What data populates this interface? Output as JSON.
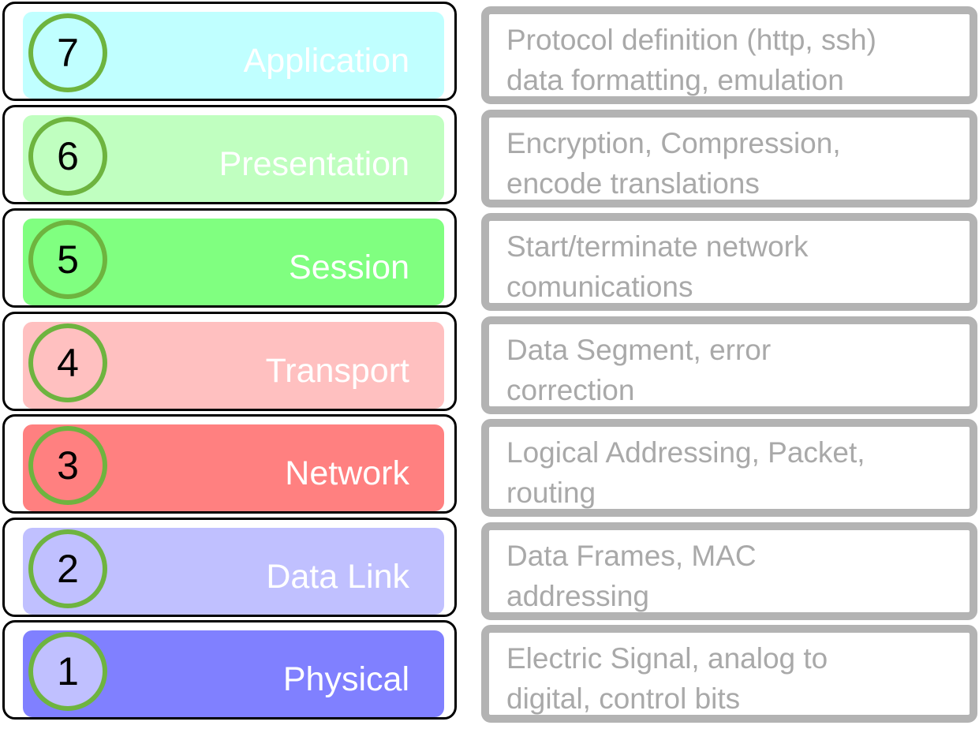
{
  "layers": [
    {
      "number": "7",
      "name": "Application",
      "description": "Protocol definition (http, ssh)\ndata formatting, emulation",
      "color": "#c0ffff",
      "circle_fill": "#c0ffff"
    },
    {
      "number": "6",
      "name": "Presentation",
      "description": "Encryption, Compression,\nencode translations",
      "color": "#c0ffc0",
      "circle_fill": "#c0ffc0"
    },
    {
      "number": "5",
      "name": "Session",
      "description": "Start/terminate network\ncomunications",
      "color": "#80ff80",
      "circle_fill": "#80ff80"
    },
    {
      "number": "4",
      "name": "Transport",
      "description": "Data Segment, error\ncorrection",
      "color": "#ffc0c0",
      "circle_fill": "#ffc0c0"
    },
    {
      "number": "3",
      "name": "Network",
      "description": "Logical Addressing, Packet,\nrouting",
      "color": "#ff8080",
      "circle_fill": "#ff8080"
    },
    {
      "number": "2",
      "name": "Data Link",
      "description": "Data Frames, MAC\naddressing",
      "color": "#c0c0ff",
      "circle_fill": "#c0c0ff"
    },
    {
      "number": "1",
      "name": "Physical",
      "description": "Electric Signal, analog to\ndigital, control bits",
      "color": "#8080ff",
      "circle_fill": "#c0c0ff"
    }
  ],
  "colors": {
    "circle_border": "#6eb43f",
    "layer_border": "#000000",
    "desc_border": "#b3b3b3",
    "desc_text": "#a9a9a9"
  }
}
